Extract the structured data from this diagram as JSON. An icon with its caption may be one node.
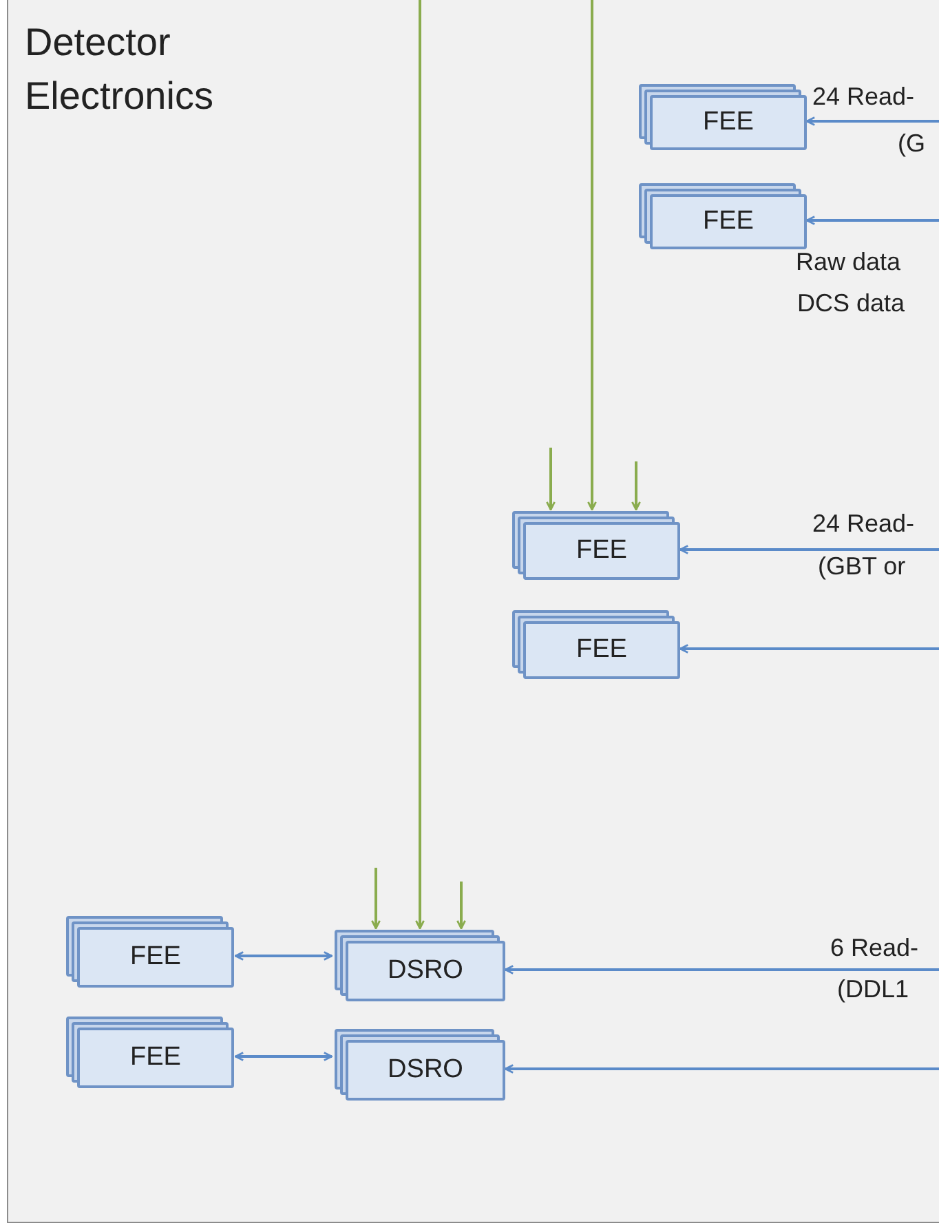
{
  "diagram": {
    "nodes": [
      {
        "text": [
          "Detector Electronics"
        ]
      },
      {
        "text": [
          "FEE"
        ],
        "in": 0
      },
      {
        "text": [
          "FEE"
        ],
        "in": 0
      },
      {
        "text": [
          "FEE"
        ],
        "in": 0
      },
      {
        "text": [
          "FEE"
        ],
        "in": 0
      },
      {
        "text": [
          "FEE"
        ],
        "in": 0
      },
      {
        "text": [
          "DSRO"
        ],
        "in": 0
      },
      {
        "text": [
          "FEE"
        ],
        "in": 0
      },
      {
        "text": [
          "DSRO"
        ],
        "in": 0
      }
    ],
    "edges": [
      {
        "from": null,
        "to": 1,
        "arrow": "to"
      },
      {
        "from": null,
        "to": 2,
        "arrow": "to"
      },
      {
        "from": null,
        "to": 3,
        "arrow": "to"
      },
      {
        "from": null,
        "to": 4,
        "arrow": "to"
      },
      {
        "from": null,
        "to": 6,
        "arrow": "to"
      },
      {
        "from": null,
        "to": 8,
        "arrow": "to"
      },
      {
        "from": 5,
        "to": 6,
        "arrow": "both"
      },
      {
        "from": 7,
        "to": 8,
        "arrow": "both"
      },
      {
        "from": null,
        "to": 3,
        "arrow": "to",
        "color": "#8aac4e"
      },
      {
        "from": null,
        "to": 3,
        "arrow": "to",
        "color": "#8aac4e"
      },
      {
        "from": null,
        "to": 3,
        "arrow": "to",
        "color": "#8aac4e"
      },
      {
        "from": null,
        "to": 6,
        "arrow": "to",
        "color": "#8aac4e"
      },
      {
        "from": null,
        "to": 6,
        "arrow": "to",
        "color": "#8aac4e"
      },
      {
        "from": null,
        "to": 6,
        "arrow": "to",
        "color": "#8aac4e"
      }
    ],
    "labels": [
      "24 Read-",
      "(G",
      "Raw data",
      "DCS data",
      "24 Read-",
      "(GBT or",
      "6 Read-",
      "(DDL1"
    ]
  }
}
